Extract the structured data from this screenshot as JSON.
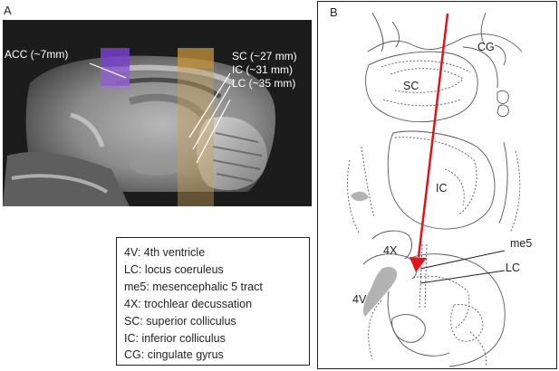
{
  "panel_a": {
    "letter": "A",
    "labels": {
      "acc": "ACC (~7mm)",
      "sc": "SC (~27 mm)",
      "ic": "IC (~31 mm)",
      "lc": "LC (~35 mm)"
    },
    "colors": {
      "acc_overlay": "#7a3fd0",
      "midbrain_overlay": "#c8a050",
      "background": "#1c1c1c"
    }
  },
  "legend": {
    "items": [
      "4V: 4th ventricle",
      "LC: locus coeruleus",
      "me5: mesencephalic 5 tract",
      "4X: trochlear decussation",
      "SC: superior colliculus",
      "IC: inferior colliculus",
      "CG: cingulate gyrus"
    ]
  },
  "panel_b": {
    "letter": "B",
    "labels": {
      "cg": "CG",
      "sc": "SC",
      "ic": "IC",
      "me5": "me5",
      "fourx": "4X",
      "lc": "LC",
      "fourv": "4V"
    },
    "colors": {
      "arrow": "#e0141b",
      "ventricle": "#b3b3b3",
      "outline": "#555555"
    }
  }
}
